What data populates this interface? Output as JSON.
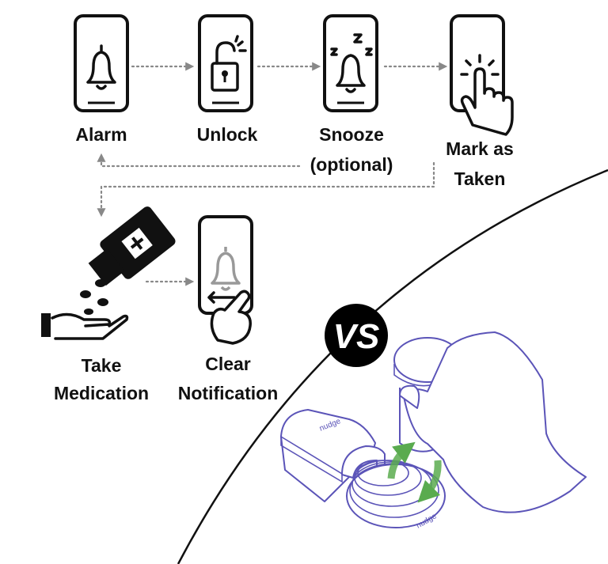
{
  "steps": [
    {
      "label": "Alarm",
      "icon": "bell-icon"
    },
    {
      "label": "Unlock",
      "icon": "unlocked-padlock-icon"
    },
    {
      "label_line1": "Snooze",
      "label_line2": "(optional)",
      "icon": "snoozing-bell-icon"
    },
    {
      "label_line1": "Mark as",
      "label_line2": "Taken",
      "icon": "tap-finger-icon"
    },
    {
      "label_line1": "Take",
      "label_line2": "Medication",
      "icon": "pill-bottle-hand-icon"
    },
    {
      "label_line1": "Clear",
      "label_line2": "Notification",
      "icon": "swipe-bell-icon"
    }
  ],
  "versus": "VS",
  "device": {
    "logo": "nudge",
    "colors": {
      "outline": "#5b54b8",
      "arrows": "#5aab4f"
    }
  },
  "colors": {
    "ink": "#111111",
    "connector": "#888888"
  }
}
